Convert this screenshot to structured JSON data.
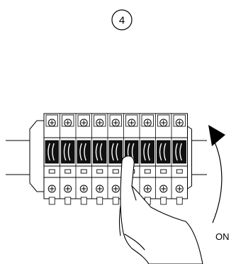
{
  "step_number": "4",
  "direction_label": "ON",
  "breaker_count": 9,
  "top_terminal_count": 9,
  "bottom_terminal_groups": [
    5,
    3
  ],
  "colors": {
    "line": "#000000",
    "fill": "#ffffff",
    "toggle": "#111111"
  },
  "icons": [
    "screw-icon",
    "hand-icon",
    "rotation-arrow-icon"
  ]
}
